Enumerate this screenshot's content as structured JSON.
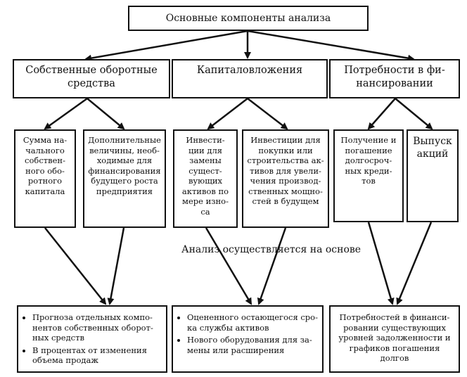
{
  "top": {
    "label": "Основные компоненты анализа"
  },
  "middle": [
    {
      "label": "Собственные оборотные\nсредства"
    },
    {
      "label": "Капиталовложения"
    },
    {
      "label": "Потребности в фи-\nнансировании"
    }
  ],
  "leaves": [
    {
      "label": "Сумма на-\nчального\nсобствен-\nного обо-\nротного\nкапитала"
    },
    {
      "label": "Дополнительные\nвеличины, необ-\nходимые для\nфинансирования\nбудущего роста\nпредприятия"
    },
    {
      "label": "Инвести-\nции для\nзамены\nсущест-\nвующих\nактивов по\nмере изно-\nса"
    },
    {
      "label": "Инвестиции для\nпокупки или\nстроительства ак-\nтивов для увели-\nчения производ-\nственных мощно-\nстей в будущем"
    },
    {
      "label": "Получение и\nпогашение\nдолгосроч-\nных креди-\nтов"
    },
    {
      "label": "Выпуск\nакций"
    }
  ],
  "note": "Анализ осуществляется на основе",
  "bottom": {
    "left": [
      "Прогноза отдельных компо-\nнентов собственных оборот-\nных средств",
      "В процентах от изменения\nобъема продаж"
    ],
    "middle": [
      "Оцененного остающегося сро-\nка службы активов",
      "Нового оборудования для за-\nмены или расширения"
    ],
    "right": "Потребностей в финанси-\nровании существующих\nуровней задолженности и\nграфиков погашения\nдолгов"
  }
}
